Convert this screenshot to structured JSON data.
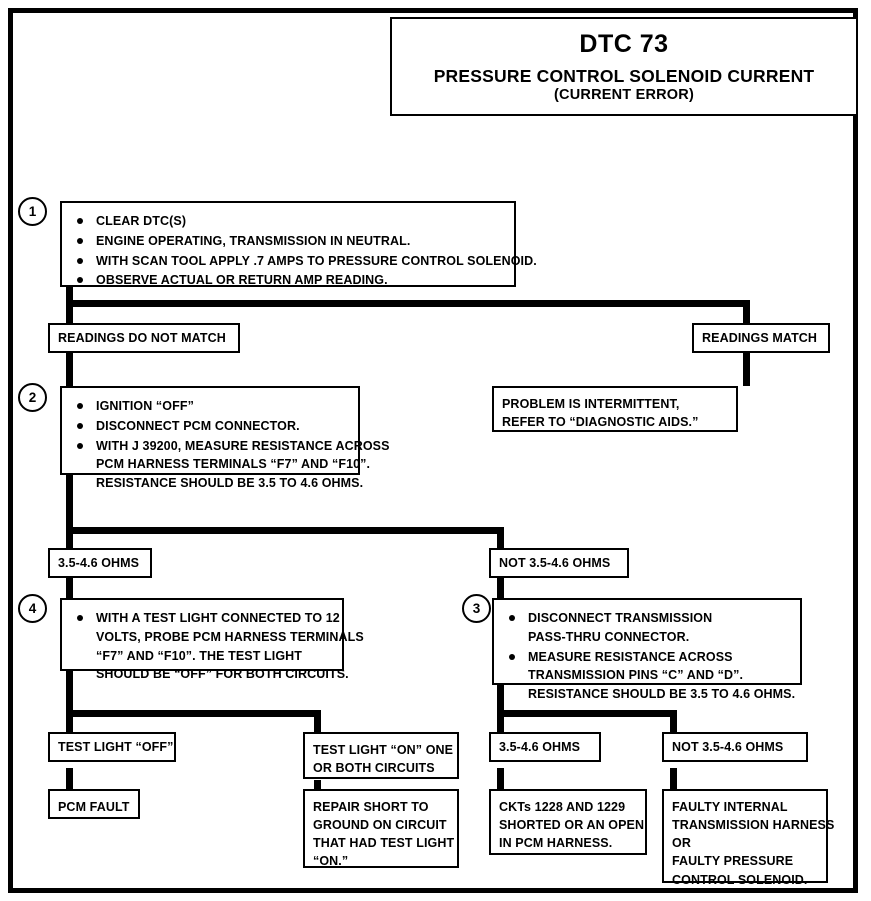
{
  "document": {
    "type": "diagnostic-flowchart",
    "code": "DTC 73"
  },
  "title": {
    "code": "DTC 73",
    "name": "PRESSURE CONTROL SOLENOID CURRENT",
    "qualifier": "(CURRENT ERROR)"
  },
  "steps": {
    "step1": {
      "number": "1",
      "bullets": [
        {
          "lines": [
            "CLEAR DTC(S)"
          ]
        },
        {
          "lines": [
            "ENGINE OPERATING, TRANSMISSION IN NEUTRAL."
          ]
        },
        {
          "lines": [
            "WITH SCAN TOOL APPLY .7 AMPS TO PRESSURE CONTROL SOLENOID."
          ]
        },
        {
          "lines": [
            "OBSERVE ACTUAL OR RETURN AMP READING."
          ]
        }
      ]
    },
    "step2": {
      "number": "2",
      "bullets": [
        {
          "lines": [
            "IGNITION “OFF”"
          ]
        },
        {
          "lines": [
            "DISCONNECT PCM CONNECTOR."
          ]
        },
        {
          "lines": [
            "WITH J 39200, MEASURE RESISTANCE ACROSS",
            "PCM HARNESS TERMINALS “F7” AND “F10”.",
            "RESISTANCE SHOULD BE 3.5 TO 4.6 OHMS."
          ]
        }
      ]
    },
    "step3": {
      "number": "3",
      "bullets": [
        {
          "lines": [
            "DISCONNECT TRANSMISSION",
            "PASS-THRU CONNECTOR."
          ]
        },
        {
          "lines": [
            "MEASURE RESISTANCE ACROSS",
            "TRANSMISSION PINS “C” AND “D”.",
            "RESISTANCE SHOULD BE 3.5 TO 4.6 OHMS."
          ]
        }
      ]
    },
    "step4": {
      "number": "4",
      "bullets": [
        {
          "lines": [
            "WITH A TEST LIGHT CONNECTED TO 12",
            "VOLTS, PROBE PCM HARNESS TERMINALS",
            "“F7” AND “F10”.  THE TEST LIGHT",
            "SHOULD BE “OFF” FOR BOTH CIRCUITS."
          ]
        }
      ]
    }
  },
  "labels": {
    "readings_do_not_match": "READINGS DO NOT MATCH",
    "readings_match": "READINGS MATCH",
    "ohms_in_range_step2": "3.5-4.6 OHMS",
    "ohms_out_of_range_step2": "NOT 3.5-4.6 OHMS",
    "test_light_off": "TEST LIGHT “OFF”",
    "test_light_on_line1": "TEST LIGHT “ON” ONE",
    "test_light_on_line2": "OR BOTH CIRCUITS",
    "ohms_in_range_step3": "3.5-4.6 OHMS",
    "ohms_out_of_range_step3": "NOT 3.5-4.6 OHMS"
  },
  "results": {
    "intermittent": {
      "lines": [
        "PROBLEM IS INTERMITTENT,",
        "REFER TO “DIAGNOSTIC AIDS.”"
      ]
    },
    "pcm_fault": {
      "lines": [
        "PCM FAULT"
      ]
    },
    "repair_short": {
      "lines": [
        "REPAIR SHORT TO",
        "GROUND ON CIRCUIT",
        "THAT HAD TEST LIGHT",
        "“ON.”"
      ]
    },
    "ckts_shorted": {
      "lines": [
        "CKTs 1228 AND 1229",
        "SHORTED OR AN OPEN",
        "IN PCM HARNESS."
      ]
    },
    "faulty_harness_or_solenoid": {
      "lines": [
        "FAULTY INTERNAL",
        "TRANSMISSION HARNESS",
        "OR",
        "FAULTY PRESSURE",
        "CONTROL SOLENOID."
      ]
    }
  },
  "colors": {
    "ink": "#000000",
    "paper": "#ffffff"
  }
}
